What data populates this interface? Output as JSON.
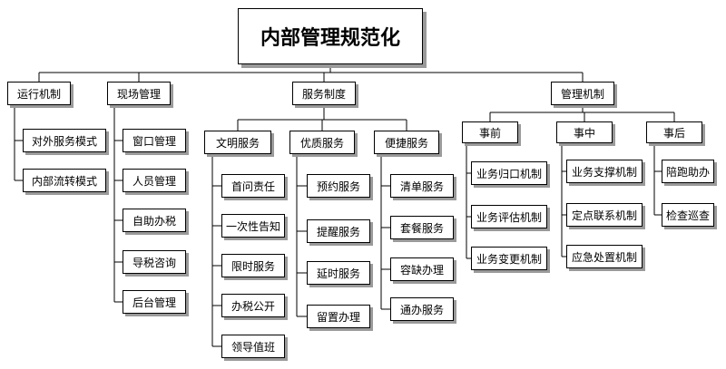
{
  "title": "内部管理规范化",
  "categories": {
    "yunxing": "运行机制",
    "xianchang": "现场管理",
    "fuwu": "服务制度",
    "guanli": "管理机制"
  },
  "yunxing_items": [
    "对外服务模式",
    "内部流转模式"
  ],
  "xianchang_items": [
    "窗口管理",
    "人员管理",
    "自助办税",
    "导税咨询",
    "后台管理"
  ],
  "fuwu_groups": {
    "wenming": {
      "label": "文明服务",
      "items": [
        "首问责任",
        "一次性告知",
        "限时服务",
        "办税公开",
        "领导值班"
      ]
    },
    "youzhi": {
      "label": "优质服务",
      "items": [
        "预约服务",
        "提醒服务",
        "延时服务",
        "留置办理"
      ]
    },
    "bianjie": {
      "label": "便捷服务",
      "items": [
        "清单服务",
        "套餐服务",
        "容缺办理",
        "通办服务"
      ]
    }
  },
  "guanli_groups": {
    "shiqian": {
      "label": "事前",
      "items": [
        "业务归口机制",
        "业务评估机制",
        "业务变更机制"
      ]
    },
    "shizhong": {
      "label": "事中",
      "items": [
        "业务支撑机制",
        "定点联系机制",
        "应急处置机制"
      ]
    },
    "shihou": {
      "label": "事后",
      "items": [
        "陪跑助办",
        "检查巡查"
      ]
    }
  }
}
